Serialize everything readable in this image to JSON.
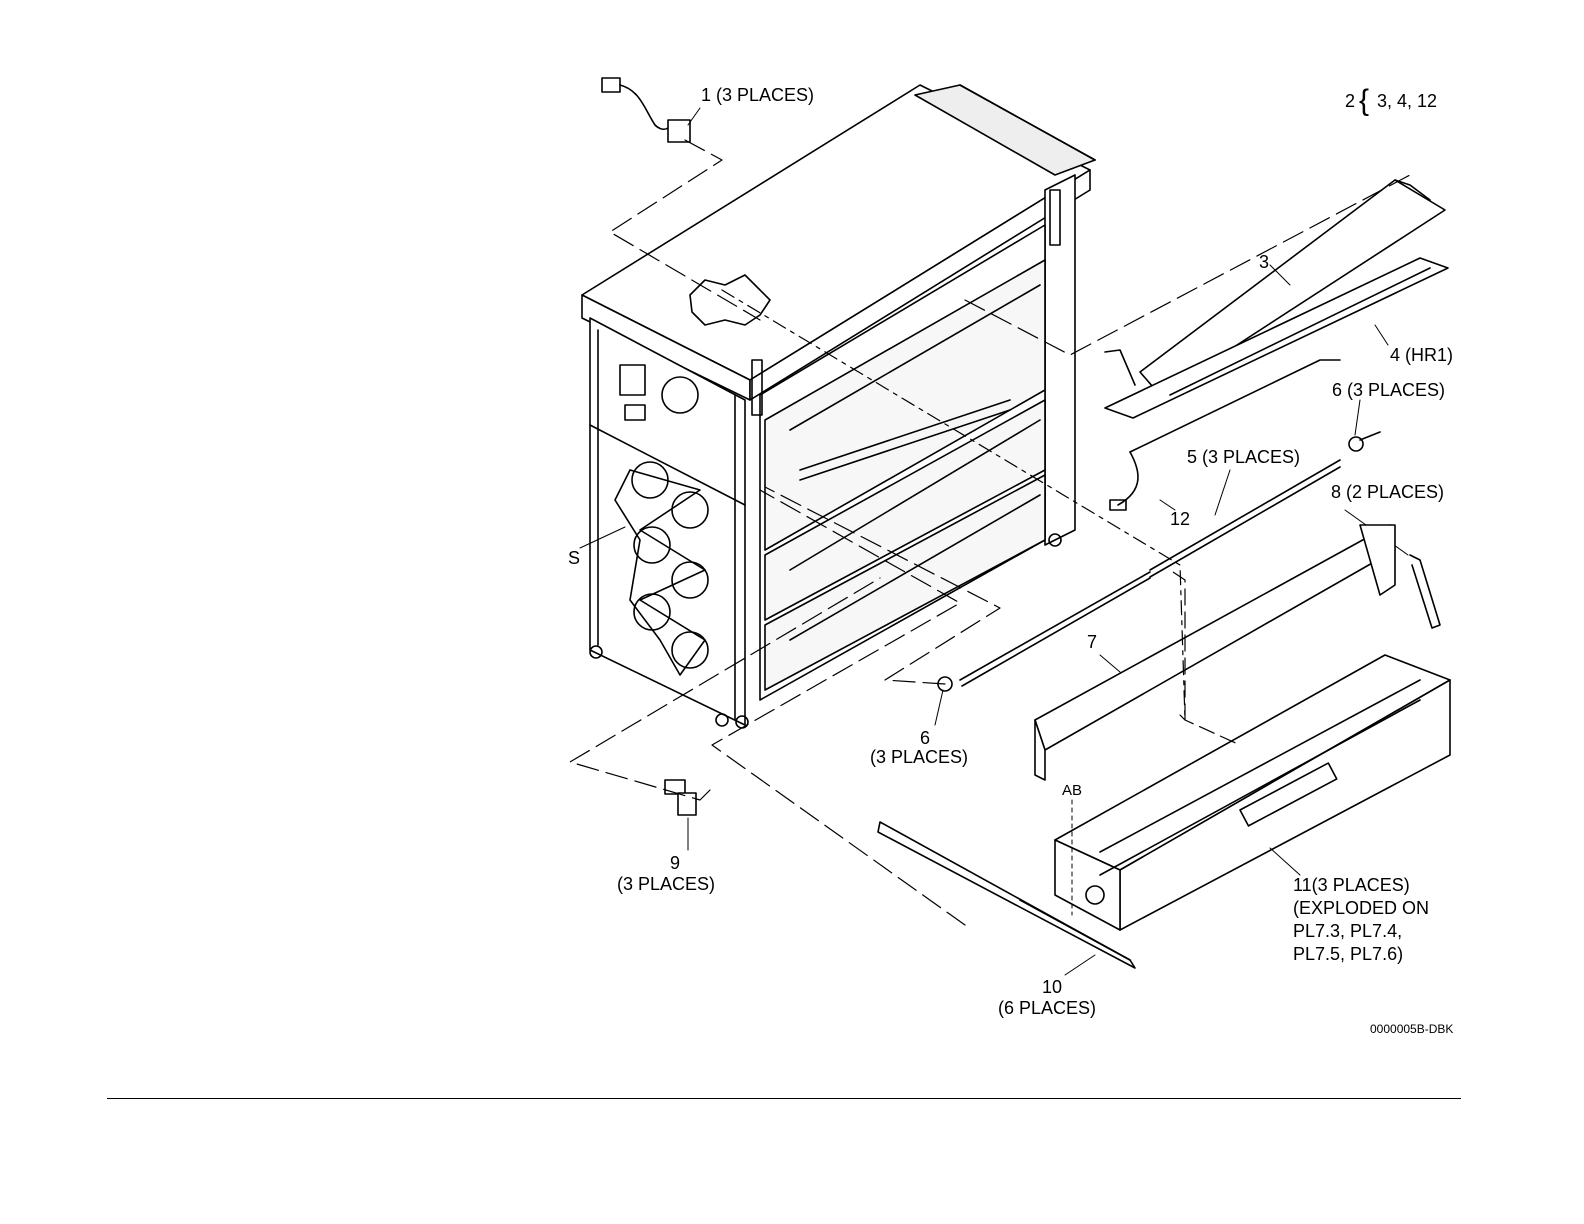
{
  "callouts": {
    "c1": "1 (3 PLACES)",
    "c2_num": "2",
    "c2_brace": "{",
    "c2_items": "3, 4, 12",
    "c3": "3",
    "c4": "4 (HR1)",
    "c6_right": "6 (3 PLACES)",
    "c5": "5 (3 PLACES)",
    "c8": "8 (2 PLACES)",
    "c12": "12",
    "cS": "S",
    "c7": "7",
    "c6_num": "6",
    "c6_places": "(3 PLACES)",
    "cAB": "AB",
    "c9_num": "9",
    "c9_places": "(3 PLACES)",
    "c11_line1": "11(3 PLACES)",
    "c11_line2": "(EXPLODED ON",
    "c11_line3": "PL7.3, PL7.4,",
    "c11_line4": "PL7.5, PL7.6)",
    "c10_num": "10",
    "c10_places": "(6 PLACES)"
  },
  "figure_id": "0000005B-DBK"
}
